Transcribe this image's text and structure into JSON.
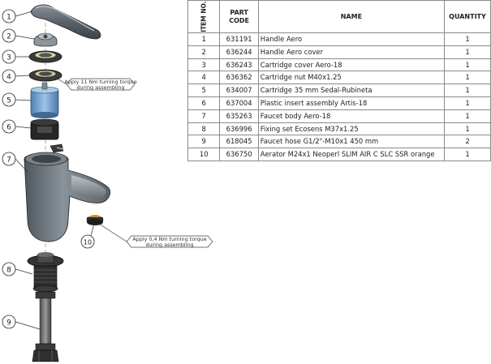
{
  "table": {
    "headers": {
      "item_no": "ITEM NO.",
      "part_code_line1": "PART",
      "part_code_line2": "CODE",
      "name": "NAME",
      "quantity": "QUANTITY"
    },
    "rows": [
      {
        "item": "1",
        "code": "631191",
        "name": "Handle Aero",
        "qty": "1"
      },
      {
        "item": "2",
        "code": "636244",
        "name": "Handle Aero cover",
        "qty": "1"
      },
      {
        "item": "3",
        "code": "636243",
        "name": "Cartridge cover Aero-18",
        "qty": "1"
      },
      {
        "item": "4",
        "code": "636362",
        "name": "Cartridge nut M40x1.25",
        "qty": "1"
      },
      {
        "item": "5",
        "code": "634007",
        "name": "Cartridge 35 mm Sedal-Rubineta",
        "qty": "1"
      },
      {
        "item": "6",
        "code": "637004",
        "name": "Plastic insert assembly Artis-18",
        "qty": "1"
      },
      {
        "item": "7",
        "code": "635263",
        "name": "Faucet body Aero-18",
        "qty": "1"
      },
      {
        "item": "8",
        "code": "636996",
        "name": "Fixing set Ecosens M37x1.25",
        "qty": "1"
      },
      {
        "item": "9",
        "code": "618045",
        "name": "Faucet hose G1/2\"-M10x1 450 mm",
        "qty": "2"
      },
      {
        "item": "10",
        "code": "636750",
        "name": "Aerator M24x1 Neoperl SLIM AIR C SLC SSR orange",
        "qty": "1"
      }
    ]
  },
  "callouts": {
    "torque_11": {
      "line1": "Apply 11 Nm turning torque",
      "line2": "during assembling"
    },
    "torque_04": {
      "line1": "Apply 0,4 Nm turning torque",
      "line2": "during assembling"
    }
  },
  "balloons": [
    "1",
    "2",
    "3",
    "4",
    "5",
    "6",
    "7",
    "8",
    "9",
    "10"
  ],
  "colors": {
    "handle": "#5c6670",
    "body": "#6d757c",
    "cartridge": "#6f9fd0",
    "dark_part": "#2e2e2e",
    "line": "#333333"
  }
}
